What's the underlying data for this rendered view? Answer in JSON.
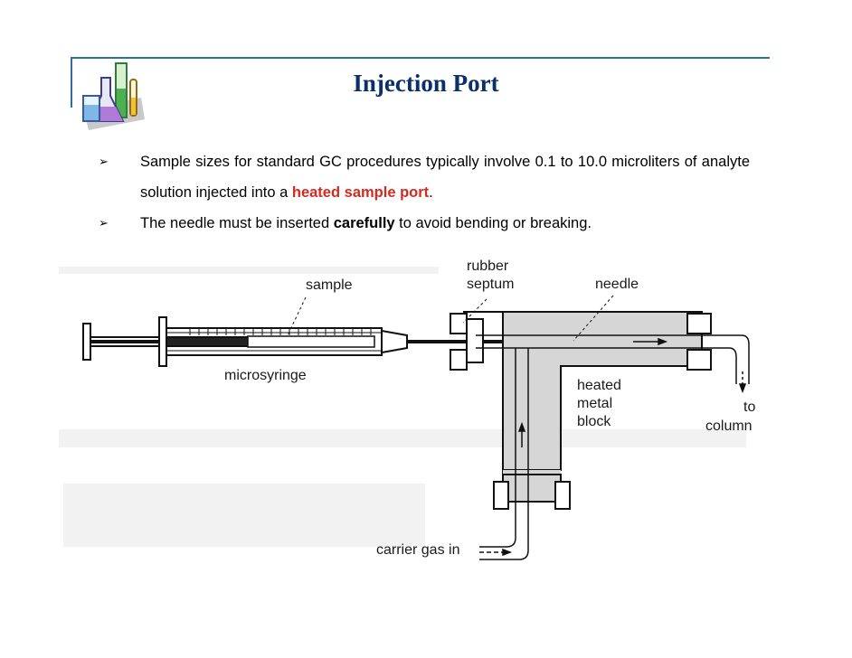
{
  "slide": {
    "title": "Injection Port"
  },
  "bullets": {
    "b1_part1": "Sample sizes for standard GC procedures typically involve 0.1 to 10.0 microliters of analyte solution injected into a ",
    "b1_emph": "heated sample port",
    "b1_end": ".",
    "b2_part1": "The needle must be inserted ",
    "b2_emph": "carefully",
    "b2_end": " to avoid bending or breaking."
  },
  "diagram": {
    "labels": {
      "sample": "sample",
      "rubber": "rubber",
      "septum": "septum",
      "needle": "needle",
      "microsyringe": "microsyringe",
      "heated": "heated",
      "metal": "metal",
      "block": "block",
      "to": "to",
      "column": "column",
      "carrier_gas": "carrier gas in"
    }
  },
  "colors": {
    "title": "#0b2f6b",
    "rule": "#2e6f9e",
    "emphasis": "#d42a1f",
    "block_fill": "#d6d6d6"
  }
}
